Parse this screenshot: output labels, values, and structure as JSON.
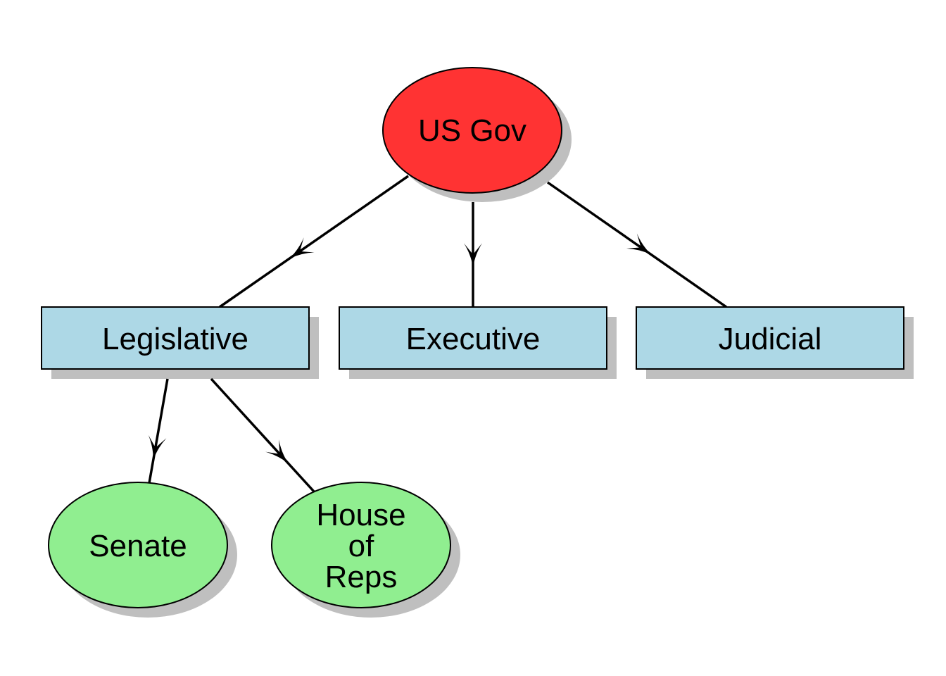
{
  "diagram": {
    "nodes": {
      "us_gov": {
        "label": "US Gov",
        "shape": "ellipse"
      },
      "legislative": {
        "label": "Legislative",
        "shape": "rectangle"
      },
      "executive": {
        "label": "Executive",
        "shape": "rectangle"
      },
      "judicial": {
        "label": "Judicial",
        "shape": "rectangle"
      },
      "senate": {
        "label": "Senate",
        "shape": "ellipse"
      },
      "house": {
        "label_lines": [
          "House",
          "of",
          "Reps"
        ],
        "shape": "ellipse"
      }
    },
    "edges": [
      {
        "from": "US Gov",
        "to": "Legislative"
      },
      {
        "from": "US Gov",
        "to": "Executive"
      },
      {
        "from": "US Gov",
        "to": "Judicial"
      },
      {
        "from": "Legislative",
        "to": "Senate"
      },
      {
        "from": "Legislative",
        "to": "House of Reps"
      }
    ]
  },
  "colors": {
    "root_fill": "#ff3333",
    "branch_fill": "#add8e6",
    "leaf_fill": "#90ee90",
    "shadow": "#bfbfbf",
    "stroke": "#000000"
  }
}
